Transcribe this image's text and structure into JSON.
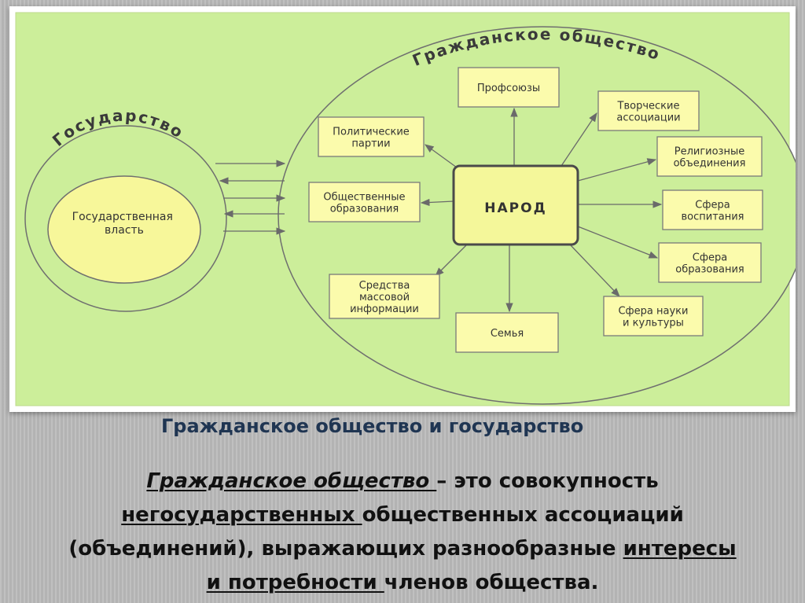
{
  "diagram": {
    "state": {
      "title": "Государство",
      "inner_lines": [
        "Государственная",
        "власть"
      ]
    },
    "civil_society": {
      "title": "Гражданское общество"
    },
    "core": "НАРОД",
    "nodes": [
      {
        "id": "trade-unions",
        "lines": [
          "Профсоюзы"
        ]
      },
      {
        "id": "creative-associations",
        "lines": [
          "Творческие",
          "ассоциации"
        ]
      },
      {
        "id": "political-parties",
        "lines": [
          "Политические",
          "партии"
        ]
      },
      {
        "id": "religious-associations",
        "lines": [
          "Религиозные",
          "объединения"
        ]
      },
      {
        "id": "public-organizations",
        "lines": [
          "Общественные",
          "образования"
        ]
      },
      {
        "id": "upbringing-sphere",
        "lines": [
          "Сфера",
          "воспитания"
        ]
      },
      {
        "id": "education-sphere",
        "lines": [
          "Сфера",
          "образования"
        ]
      },
      {
        "id": "mass-media",
        "lines": [
          "Средства",
          "массовой",
          "информации"
        ]
      },
      {
        "id": "science-culture",
        "lines": [
          "Сфера науки",
          "и культуры"
        ]
      },
      {
        "id": "family",
        "lines": [
          "Семья"
        ]
      }
    ]
  },
  "caption": "Гражданское общество и государство",
  "definition": {
    "term": "Гражданское общество ",
    "dash": "– это совокупность",
    "word2": "негосударственных ",
    "rest2": "общественных ассоциаций",
    "line3a": "(объединений), выражающих разнообразные ",
    "word3": "интересы",
    "word4": "и потребности ",
    "rest4": "членов общества."
  },
  "colors": {
    "background": "#ccee9a",
    "box": "#fbfbac",
    "core": "#f4f79a",
    "text": "#1f3552"
  }
}
